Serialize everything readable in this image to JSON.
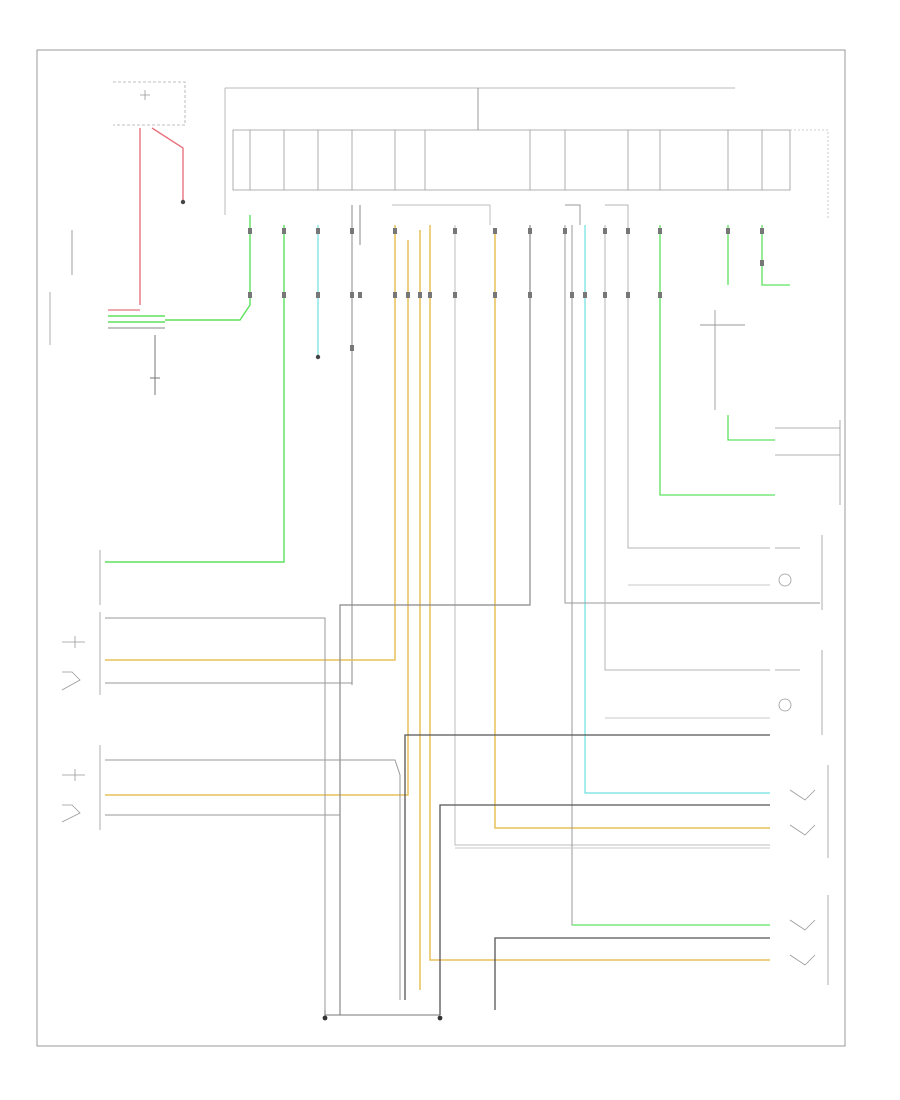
{
  "diagram": {
    "footer_code": "",
    "components": [
      {
        "id": "fuse-block",
        "text": ""
      },
      {
        "id": "body-control-module",
        "text": ""
      },
      {
        "id": "lift-gate-switch",
        "text": ""
      },
      {
        "id": "driver-door-lock-switch",
        "text": ""
      },
      {
        "id": "passenger-door-lock-switch",
        "text": ""
      },
      {
        "id": "driver-door-actuator",
        "text": ""
      },
      {
        "id": "passenger-door-actuator",
        "text": ""
      },
      {
        "id": "left-rear-door-actuator",
        "text": ""
      },
      {
        "id": "right-rear-door-actuator",
        "text": ""
      },
      {
        "id": "ground-g1",
        "text": ""
      },
      {
        "id": "ground-g2",
        "text": ""
      }
    ],
    "wire_colors": {
      "red": "#e8737f",
      "green": "#5ee25e",
      "cyan": "#6fe0e0",
      "yellow": "#e8c15a",
      "gray": "#8a8a8a",
      "dark": "#555555",
      "light_gray": "#c0c0c0"
    }
  }
}
